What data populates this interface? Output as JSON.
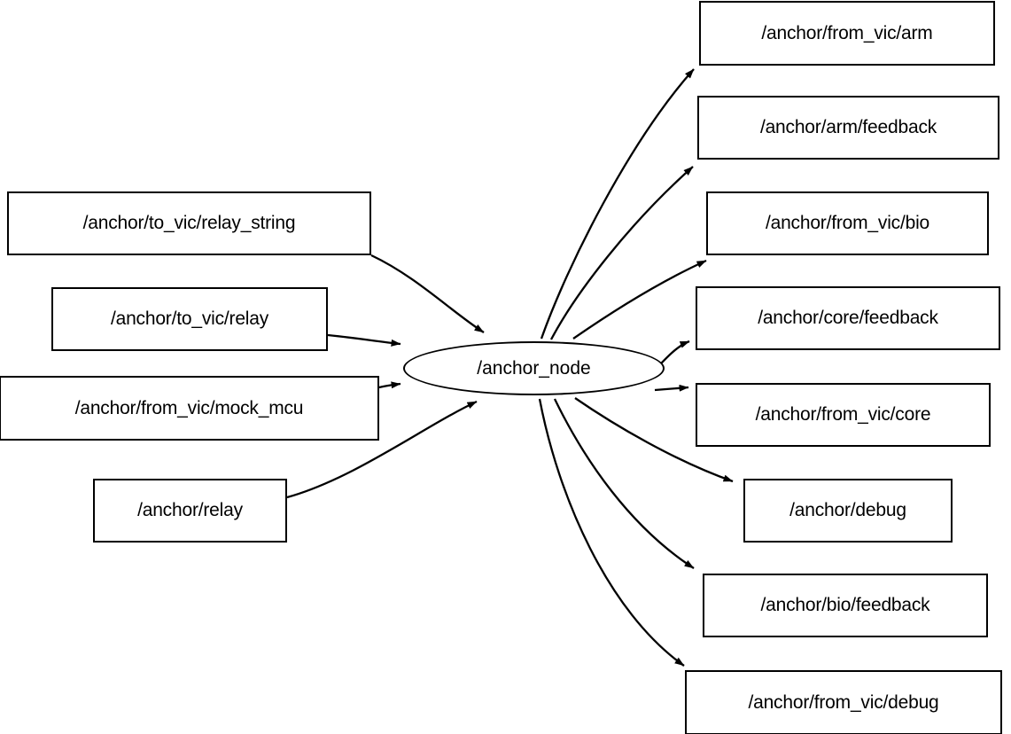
{
  "diagram": {
    "type": "ros-node-graph",
    "title": "",
    "background_color": "#ffffff",
    "stroke_color": "#000000",
    "fill_color": "#ffffff",
    "center_node": {
      "label": "/anchor_node",
      "shape": "ellipse"
    },
    "publishers": [
      {
        "label": "/anchor/to_vic/relay_string",
        "shape": "box"
      },
      {
        "label": "/anchor/to_vic/relay",
        "shape": "box"
      },
      {
        "label": "/anchor/from_vic/mock_mcu",
        "shape": "box"
      },
      {
        "label": "/anchor/relay",
        "shape": "box"
      }
    ],
    "subscribers": [
      {
        "label": "/anchor/from_vic/arm",
        "shape": "box"
      },
      {
        "label": "/anchor/arm/feedback",
        "shape": "box"
      },
      {
        "label": "/anchor/from_vic/bio",
        "shape": "box"
      },
      {
        "label": "/anchor/core/feedback",
        "shape": "box"
      },
      {
        "label": "/anchor/from_vic/core",
        "shape": "box"
      },
      {
        "label": "/anchor/debug",
        "shape": "box"
      },
      {
        "label": "/anchor/bio/feedback",
        "shape": "box"
      },
      {
        "label": "/anchor/from_vic/debug",
        "shape": "box"
      }
    ],
    "edges": [
      {
        "from": "/anchor/to_vic/relay_string",
        "to": "/anchor_node",
        "direction": "in"
      },
      {
        "from": "/anchor/to_vic/relay",
        "to": "/anchor_node",
        "direction": "in"
      },
      {
        "from": "/anchor/from_vic/mock_mcu",
        "to": "/anchor_node",
        "direction": "in"
      },
      {
        "from": "/anchor/relay",
        "to": "/anchor_node",
        "direction": "in"
      },
      {
        "from": "/anchor_node",
        "to": "/anchor/from_vic/arm",
        "direction": "out"
      },
      {
        "from": "/anchor_node",
        "to": "/anchor/arm/feedback",
        "direction": "out"
      },
      {
        "from": "/anchor_node",
        "to": "/anchor/from_vic/bio",
        "direction": "out"
      },
      {
        "from": "/anchor_node",
        "to": "/anchor/core/feedback",
        "direction": "out"
      },
      {
        "from": "/anchor_node",
        "to": "/anchor/from_vic/core",
        "direction": "out"
      },
      {
        "from": "/anchor_node",
        "to": "/anchor/debug",
        "direction": "out"
      },
      {
        "from": "/anchor_node",
        "to": "/anchor/bio/feedback",
        "direction": "out"
      },
      {
        "from": "/anchor_node",
        "to": "/anchor/from_vic/debug",
        "direction": "out"
      }
    ]
  }
}
